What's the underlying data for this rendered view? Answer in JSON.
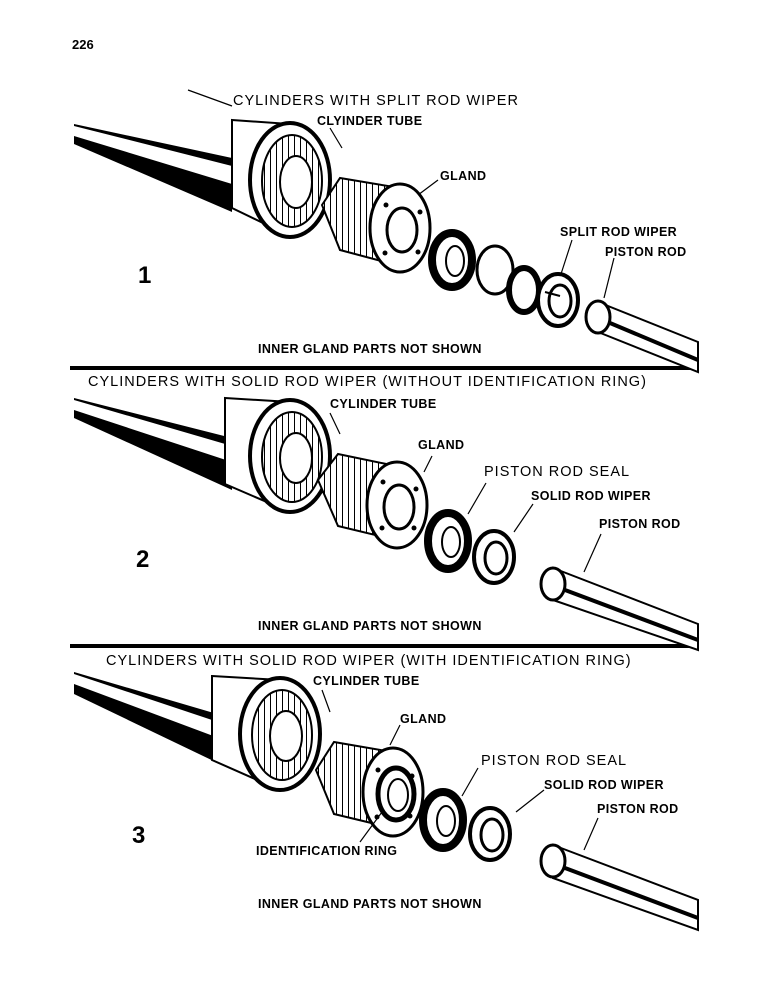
{
  "page_number": "226",
  "panels": [
    {
      "number": "1",
      "title": "CYLINDERS WITH SPLIT ROD WIPER",
      "labels": {
        "cylinder_tube": "CLYINDER TUBE",
        "gland": "GLAND",
        "split_rod_wiper": "SPLIT ROD WIPER",
        "piston_rod": "PISTON ROD"
      },
      "note": "INNER GLAND PARTS NOT SHOWN"
    },
    {
      "number": "2",
      "title": "CYLINDERS WITH SOLID ROD WIPER (WITHOUT IDENTIFICATION RING)",
      "labels": {
        "cylinder_tube": "CYLINDER TUBE",
        "gland": "GLAND",
        "piston_rod_seal": "PISTON ROD SEAL",
        "solid_rod_wiper": "SOLID ROD WIPER",
        "piston_rod": "PISTON ROD"
      },
      "note": "INNER GLAND PARTS NOT SHOWN"
    },
    {
      "number": "3",
      "title": "CYLINDERS WITH SOLID ROD WIPER (WITH IDENTIFICATION RING)",
      "labels": {
        "cylinder_tube": "CYLINDER TUBE",
        "gland": "GLAND",
        "piston_rod_seal": "PISTON ROD SEAL",
        "solid_rod_wiper": "SOLID ROD WIPER",
        "piston_rod": "PISTON ROD",
        "identification_ring": "IDENTIFICATION RING"
      },
      "note": "INNER GLAND PARTS NOT SHOWN"
    }
  ]
}
